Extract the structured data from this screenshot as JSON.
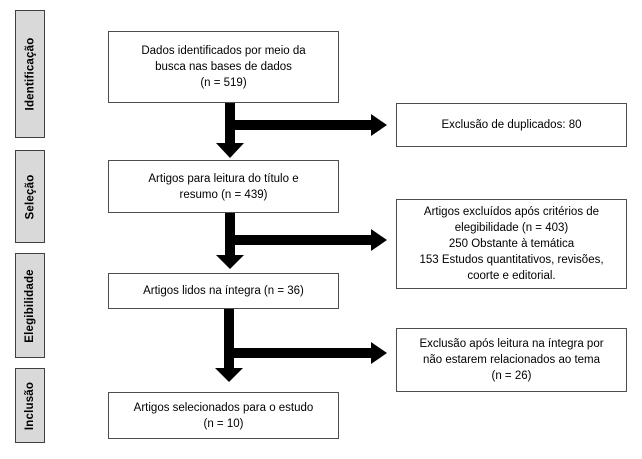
{
  "stages": [
    {
      "label": "Identificação"
    },
    {
      "label": "Seleção"
    },
    {
      "label": "Elegibilidade"
    },
    {
      "label": "Inclusão"
    }
  ],
  "flow_boxes": [
    {
      "lines": [
        "Dados identificados por meio da",
        "busca nas bases de dados",
        "(n = 519)"
      ]
    },
    {
      "lines": [
        "Artigos para leitura do título e",
        "resumo (n = 439)"
      ]
    },
    {
      "lines": [
        "Artigos lidos na íntegra (n = 36)"
      ]
    },
    {
      "lines": [
        "Artigos selecionados para o estudo",
        "(n = 10)"
      ]
    }
  ],
  "exclusion_boxes": [
    {
      "lines": [
        "Exclusão de duplicados: 80"
      ]
    },
    {
      "lines": [
        "Artigos excluídos após critérios de",
        "elegibilidade (n = 403)",
        "250 Obstante à temática",
        "153 Estudos quantitativos, revisões,",
        "coorte e editorial."
      ]
    },
    {
      "lines": [
        "Exclusão após leitura na íntegra por",
        "não estarem relacionados ao tema",
        "(n = 26)"
      ]
    }
  ],
  "colors": {
    "background": "#ffffff",
    "box_fill": "#ffffff",
    "box_border": "#4d4d4d",
    "stage_fill": "#d9d9d9",
    "stage_border": "#404040",
    "arrow": "#000000",
    "text": "#000000"
  }
}
